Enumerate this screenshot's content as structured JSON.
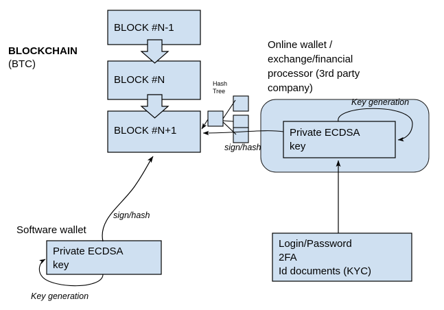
{
  "diagram": {
    "title_label": "BLOCKCHAIN",
    "title_sub": "(BTC)",
    "blockchain": {
      "blocks": [
        {
          "label": "BLOCK #N-1"
        },
        {
          "label": "BLOCK #N"
        },
        {
          "label": "BLOCK #N+1"
        }
      ]
    },
    "hash_tree": {
      "label_line1": "Hash",
      "label_line2": "Tree",
      "node_count": 4
    },
    "online_wallet": {
      "header_line1": "Online wallet /",
      "header_line2": "exchange/financial",
      "header_line3": "processor (3rd party",
      "header_line4": "company)",
      "key_box_line1": "Private ECDSA",
      "key_box_line2": "key",
      "key_generation_label": "Key generation",
      "sign_hash_label": "sign/hash"
    },
    "software_wallet": {
      "header": "Software wallet",
      "key_box_line1": "Private ECDSA",
      "key_box_line2": "key",
      "key_generation_label": "Key generation",
      "sign_hash_label": "sign/hash"
    },
    "credentials": {
      "line1": "Login/Password",
      "line2": "2FA",
      "line3": "Id documents (KYC)"
    },
    "colors": {
      "box_fill": "#cfe0f1",
      "box_stroke": "#000000",
      "container_fill": "#cfe0f1",
      "line": "#000000",
      "background": "#ffffff"
    }
  }
}
